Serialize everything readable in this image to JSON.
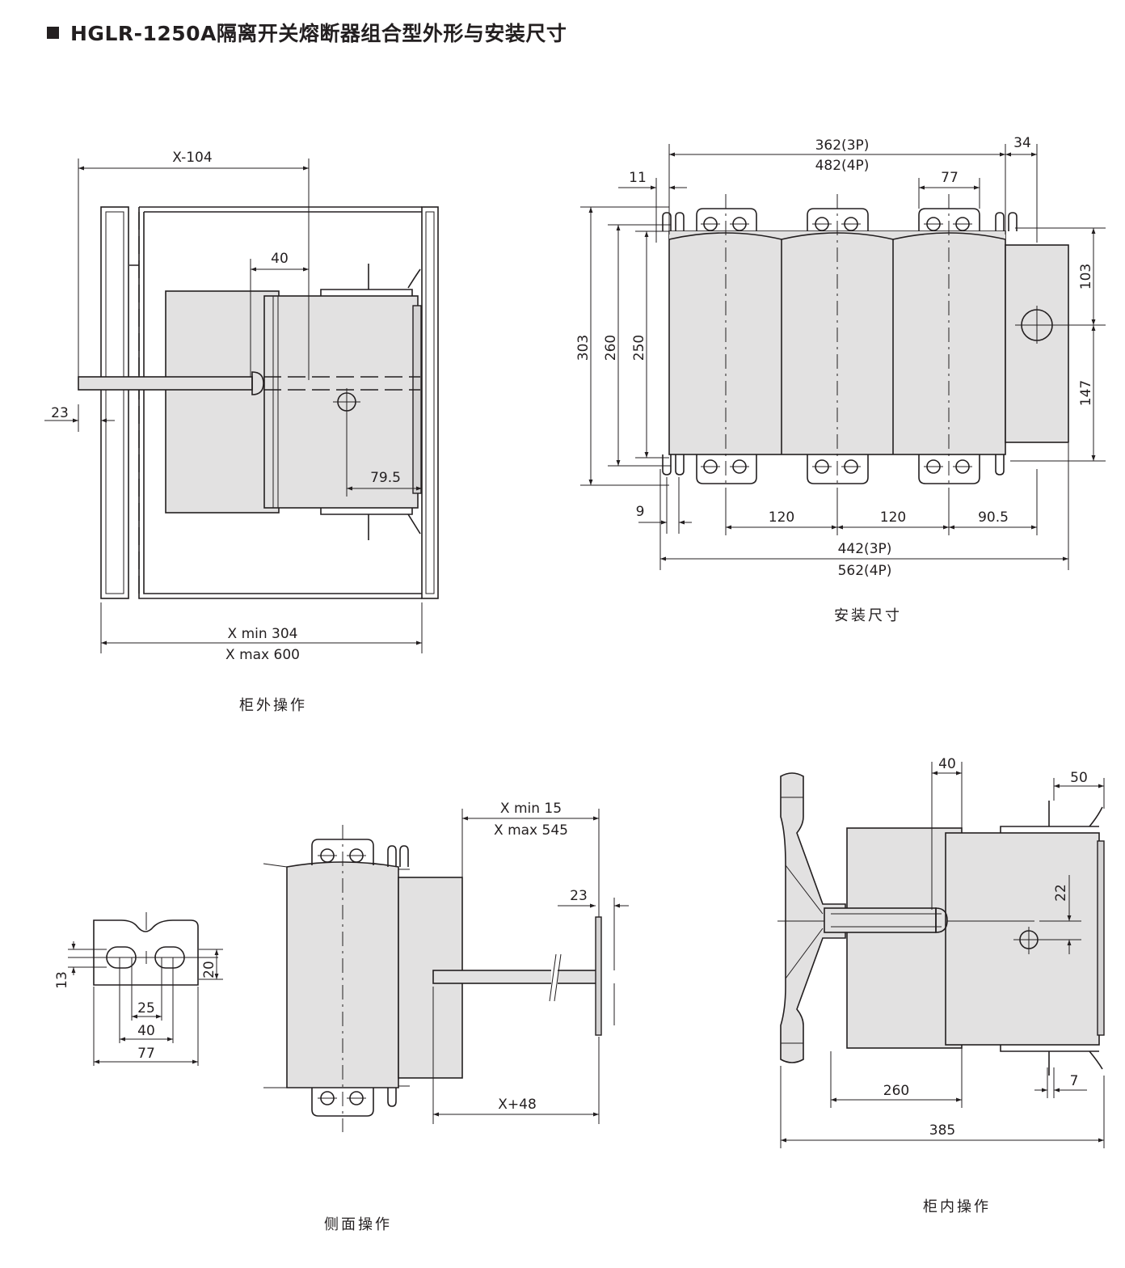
{
  "title": "HGLR-1250A隔离开关熔断器组合型外形与安装尺寸",
  "views": {
    "outside": {
      "caption": "柜外操作",
      "dims": {
        "top": "X-104",
        "handle": "40",
        "left": "23",
        "shaft": "79.5",
        "min": "X  min 304",
        "max": "X  max 600"
      }
    },
    "mounting": {
      "caption": "安装尺寸",
      "dims": {
        "width_3p": "362(3P)",
        "width_4p": "482(4P)",
        "right": "34",
        "left": "11",
        "terminal": "77",
        "h303": "303",
        "h260": "260",
        "h250": "250",
        "r103": "103",
        "r147": "147",
        "nine": "9",
        "p1": "120",
        "p2": "120",
        "p3": "90.5",
        "total_3p": "442(3P)",
        "total_4p": "562(4P)"
      }
    },
    "terminal": {
      "dims": {
        "h13": "13",
        "h20": "20",
        "w25": "25",
        "w40": "40",
        "w77": "77"
      }
    },
    "side": {
      "caption": "侧面操作",
      "dims": {
        "min": "X  min 15",
        "max": "X  max 545",
        "t23": "23",
        "plus": "X+48"
      }
    },
    "inside": {
      "caption": "柜内操作",
      "dims": {
        "d40": "40",
        "d50": "50",
        "d22": "22",
        "d260": "260",
        "d7": "7",
        "d385": "385"
      }
    }
  }
}
